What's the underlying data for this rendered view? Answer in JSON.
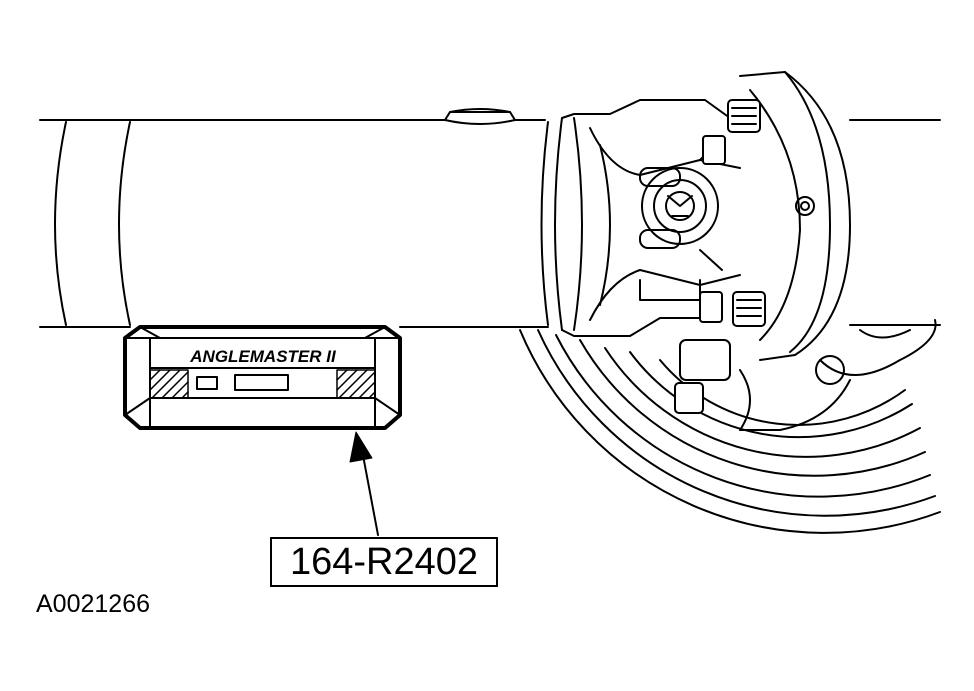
{
  "tool": {
    "brand_label": "ANGLEMASTER II"
  },
  "callout": {
    "part_number": "164-R2402"
  },
  "figure": {
    "id": "A0021266"
  },
  "colors": {
    "line": "#000000",
    "background": "#ffffff"
  }
}
